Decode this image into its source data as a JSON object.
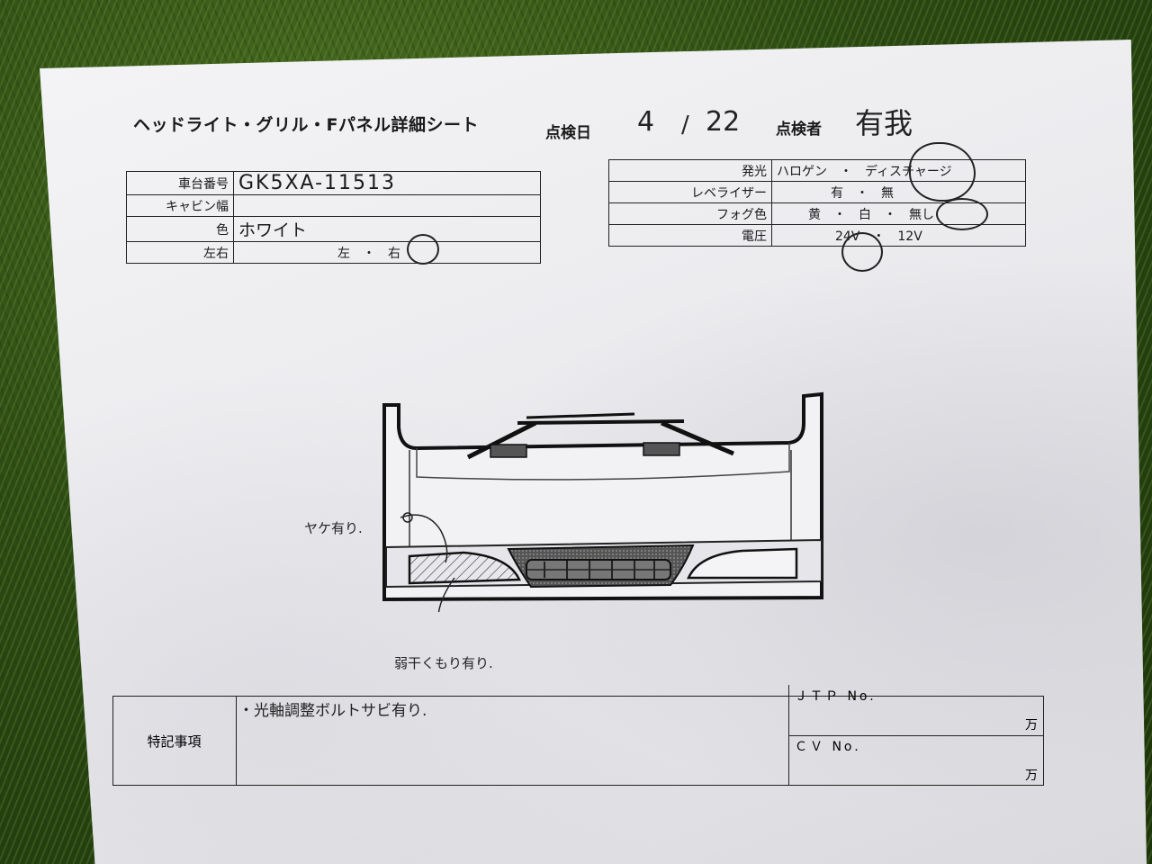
{
  "header": {
    "title": "ヘッドライト・グリル・Fパネル詳細シート",
    "inspection_date_label": "点検日",
    "inspection_date_month": "4",
    "inspection_date_sep": "/",
    "inspection_date_day": "22",
    "inspector_label": "点検者",
    "inspector_value": "有我"
  },
  "left_table": {
    "rows": [
      {
        "label": "車台番号",
        "value": "GK5XA-11513"
      },
      {
        "label": "キャビン幅",
        "value": ""
      },
      {
        "label": "色",
        "value": "ホワイト"
      },
      {
        "label": "左右",
        "value": "左　・　右"
      }
    ]
  },
  "right_table": {
    "rows": [
      {
        "label": "発光",
        "value": "ハロゲン　・　ディスチャージ"
      },
      {
        "label": "レベライザー",
        "value": "有　・　無"
      },
      {
        "label": "フォグ色",
        "value": "黄　・　白　・　無し"
      },
      {
        "label": "電圧",
        "value": "24V　・　12V"
      }
    ]
  },
  "annotations": {
    "burn": "ヤケ有り.",
    "fog": "弱干くもり有り."
  },
  "notes": {
    "label": "特記事項",
    "value": "・光軸調整ボルトサビ有り.",
    "jtp_label": "ＪＴＰ No.",
    "cv_label": "ＣＶ No.",
    "unit1": "万",
    "unit2": "万"
  }
}
